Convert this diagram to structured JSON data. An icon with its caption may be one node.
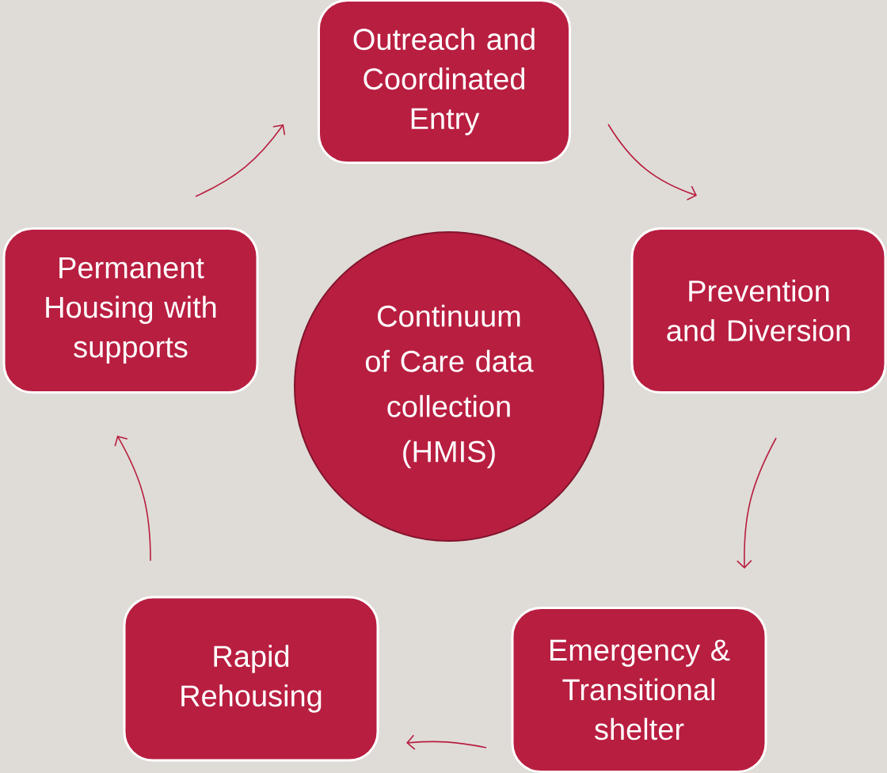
{
  "diagram": {
    "nodes": [
      {
        "text": [
          "Outreach and Coordinated Entry"
        ]
      },
      {
        "text": [
          "Prevention and Diversion"
        ]
      },
      {
        "text": [
          "Emergency & Transitional shelter"
        ]
      },
      {
        "text": [
          "Rapid Rehousing"
        ]
      },
      {
        "text": [
          "Permanent Housing with supports"
        ]
      },
      {
        "text": [
          "Continuum of Care data collection (HMIS)"
        ]
      }
    ],
    "edges": [
      {
        "from": 0,
        "to": 1,
        "arrow": "to"
      },
      {
        "from": 1,
        "to": 2,
        "arrow": "to"
      },
      {
        "from": 2,
        "to": 3,
        "arrow": "to"
      },
      {
        "from": 3,
        "to": 4,
        "arrow": "to"
      },
      {
        "from": 4,
        "to": 0,
        "arrow": "to"
      }
    ]
  }
}
